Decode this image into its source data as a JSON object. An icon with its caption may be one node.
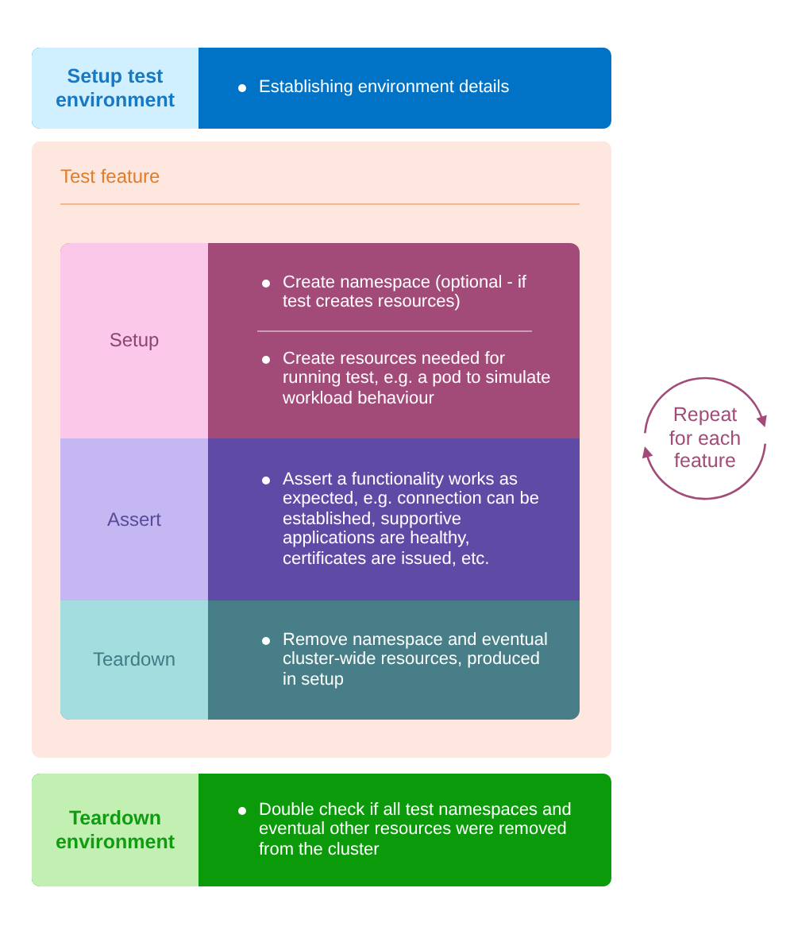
{
  "diagram": {
    "nodes": [
      {
        "text": [
          "Setup test environment",
          "Establishing environment details"
        ]
      },
      {
        "text": [
          "Test feature"
        ]
      },
      {
        "text": [
          "Setup",
          "Create namespace (optional - if test creates resources)",
          "Create resources needed for running test, e.g. a pod to simulate workload behaviour"
        ],
        "in": 1
      },
      {
        "text": [
          "Assert",
          "Assert a functionality works as expected, e.g. connection can be established, supportive applications are healthy, certificates are issued, etc."
        ],
        "in": 1
      },
      {
        "text": [
          "Teardown",
          "Remove namespace and eventual cluster-wide resources, produced in setup"
        ],
        "in": 1
      },
      {
        "text": [
          "Teardown environment",
          "Double check if all test namespaces and eventual other resources were removed from the cluster"
        ]
      }
    ],
    "labels": [
      "Repeat for each feature"
    ]
  }
}
